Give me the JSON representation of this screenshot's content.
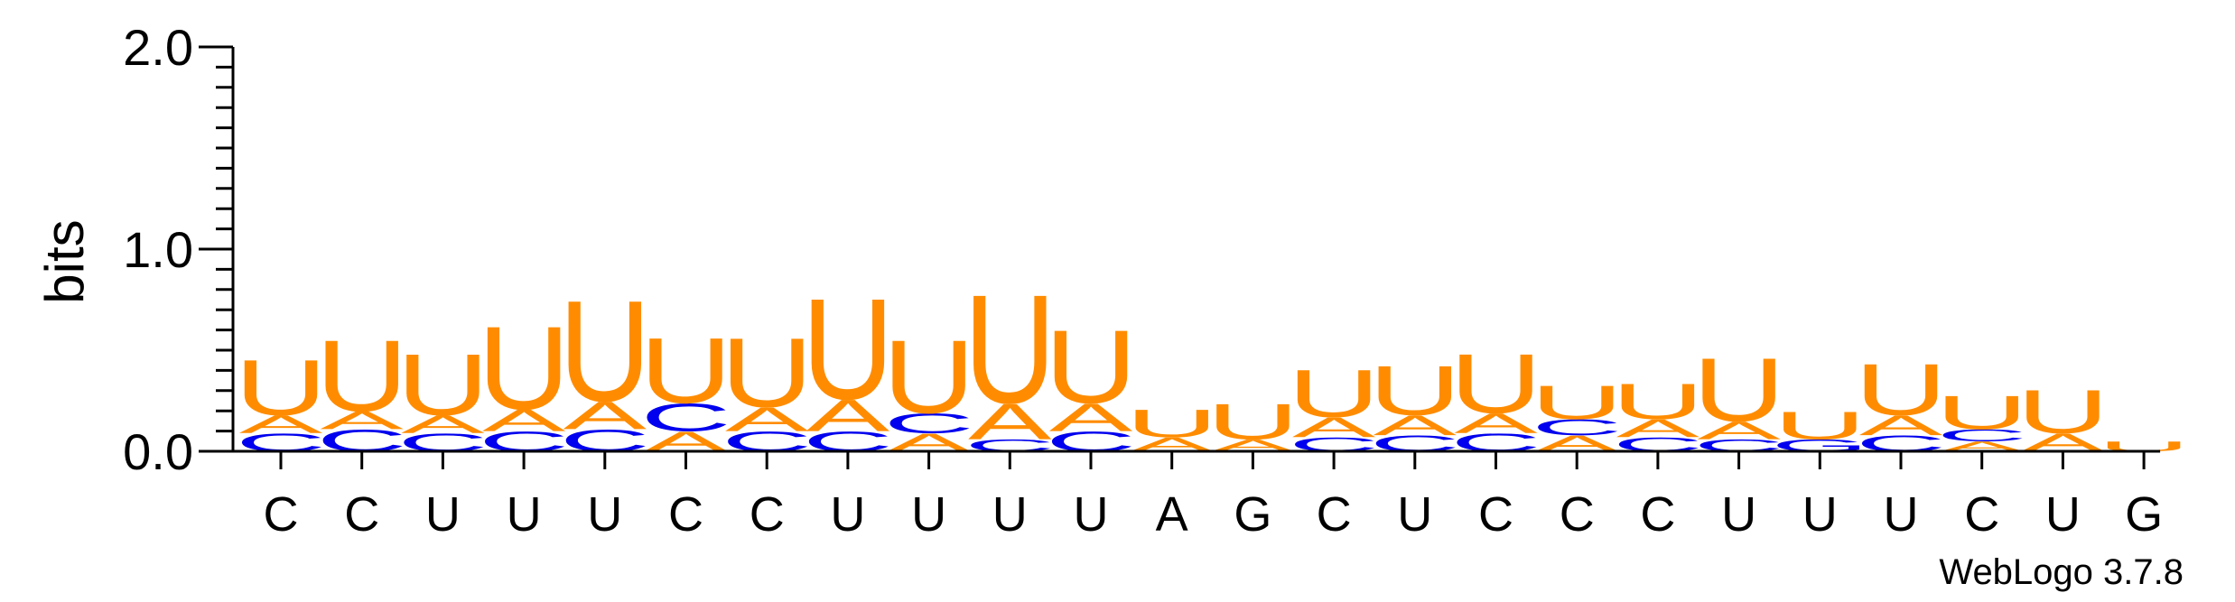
{
  "chart_data": {
    "type": "sequence-logo",
    "ylabel": "bits",
    "ylim": [
      0,
      2.0
    ],
    "y_tick_labels": [
      "0.0",
      "1.0",
      "2.0"
    ],
    "y_ticks": [
      0,
      1.0,
      2.0
    ],
    "y_minor_step": 0.1,
    "credit": "WebLogo 3.7.8",
    "colors": {
      "U": "#ff8c00",
      "A": "#ff8c00",
      "C": "#0000ee",
      "G": "#0000ee",
      "axis": "#000000"
    },
    "positions": [
      {
        "label": "C",
        "stack": [
          {
            "letter": "C",
            "bits": 0.09
          },
          {
            "letter": "A",
            "bits": 0.09
          },
          {
            "letter": "U",
            "bits": 0.28
          }
        ]
      },
      {
        "label": "C",
        "stack": [
          {
            "letter": "C",
            "bits": 0.11
          },
          {
            "letter": "A",
            "bits": 0.09
          },
          {
            "letter": "U",
            "bits": 0.36
          }
        ]
      },
      {
        "label": "U",
        "stack": [
          {
            "letter": "C",
            "bits": 0.09
          },
          {
            "letter": "A",
            "bits": 0.09
          },
          {
            "letter": "U",
            "bits": 0.31
          }
        ]
      },
      {
        "label": "U",
        "stack": [
          {
            "letter": "C",
            "bits": 0.1
          },
          {
            "letter": "A",
            "bits": 0.11
          },
          {
            "letter": "U",
            "bits": 0.42
          }
        ]
      },
      {
        "label": "U",
        "stack": [
          {
            "letter": "C",
            "bits": 0.11
          },
          {
            "letter": "A",
            "bits": 0.14
          },
          {
            "letter": "U",
            "bits": 0.51
          }
        ]
      },
      {
        "label": "C",
        "stack": [
          {
            "letter": "A",
            "bits": 0.1
          },
          {
            "letter": "C",
            "bits": 0.14
          },
          {
            "letter": "U",
            "bits": 0.33
          }
        ]
      },
      {
        "label": "C",
        "stack": [
          {
            "letter": "C",
            "bits": 0.1
          },
          {
            "letter": "A",
            "bits": 0.12
          },
          {
            "letter": "U",
            "bits": 0.35
          }
        ]
      },
      {
        "label": "U",
        "stack": [
          {
            "letter": "C",
            "bits": 0.1
          },
          {
            "letter": "A",
            "bits": 0.16
          },
          {
            "letter": "U",
            "bits": 0.51
          }
        ]
      },
      {
        "label": "U",
        "stack": [
          {
            "letter": "A",
            "bits": 0.09
          },
          {
            "letter": "C",
            "bits": 0.1
          },
          {
            "letter": "U",
            "bits": 0.37
          }
        ]
      },
      {
        "label": "U",
        "stack": [
          {
            "letter": "C",
            "bits": 0.06
          },
          {
            "letter": "A",
            "bits": 0.18
          },
          {
            "letter": "U",
            "bits": 0.55
          }
        ]
      },
      {
        "label": "U",
        "stack": [
          {
            "letter": "C",
            "bits": 0.1
          },
          {
            "letter": "A",
            "bits": 0.14
          },
          {
            "letter": "U",
            "bits": 0.37
          }
        ]
      },
      {
        "label": "A",
        "stack": [
          {
            "letter": "A",
            "bits": 0.07
          },
          {
            "letter": "U",
            "bits": 0.14
          }
        ]
      },
      {
        "label": "G",
        "stack": [
          {
            "letter": "A",
            "bits": 0.06
          },
          {
            "letter": "U",
            "bits": 0.18
          }
        ]
      },
      {
        "label": "C",
        "stack": [
          {
            "letter": "C",
            "bits": 0.07
          },
          {
            "letter": "A",
            "bits": 0.1
          },
          {
            "letter": "U",
            "bits": 0.24
          }
        ]
      },
      {
        "label": "U",
        "stack": [
          {
            "letter": "C",
            "bits": 0.08
          },
          {
            "letter": "A",
            "bits": 0.1
          },
          {
            "letter": "U",
            "bits": 0.25
          }
        ]
      },
      {
        "label": "C",
        "stack": [
          {
            "letter": "C",
            "bits": 0.09
          },
          {
            "letter": "A",
            "bits": 0.1
          },
          {
            "letter": "U",
            "bits": 0.3
          }
        ]
      },
      {
        "label": "C",
        "stack": [
          {
            "letter": "A",
            "bits": 0.08
          },
          {
            "letter": "C",
            "bits": 0.08
          },
          {
            "letter": "U",
            "bits": 0.17
          }
        ]
      },
      {
        "label": "C",
        "stack": [
          {
            "letter": "C",
            "bits": 0.07
          },
          {
            "letter": "A",
            "bits": 0.09
          },
          {
            "letter": "U",
            "bits": 0.18
          }
        ]
      },
      {
        "label": "U",
        "stack": [
          {
            "letter": "C",
            "bits": 0.06
          },
          {
            "letter": "A",
            "bits": 0.09
          },
          {
            "letter": "U",
            "bits": 0.32
          }
        ]
      },
      {
        "label": "U",
        "stack": [
          {
            "letter": "G",
            "bits": 0.06
          },
          {
            "letter": "U",
            "bits": 0.14
          }
        ]
      },
      {
        "label": "U",
        "stack": [
          {
            "letter": "C",
            "bits": 0.08
          },
          {
            "letter": "A",
            "bits": 0.1
          },
          {
            "letter": "U",
            "bits": 0.26
          }
        ]
      },
      {
        "label": "C",
        "stack": [
          {
            "letter": "A",
            "bits": 0.05
          },
          {
            "letter": "C",
            "bits": 0.06
          },
          {
            "letter": "U",
            "bits": 0.17
          }
        ]
      },
      {
        "label": "U",
        "stack": [
          {
            "letter": "A",
            "bits": 0.09
          },
          {
            "letter": "U",
            "bits": 0.22
          }
        ]
      },
      {
        "label": "G",
        "stack": [
          {
            "letter": "U",
            "bits": 0.05
          }
        ]
      }
    ]
  }
}
